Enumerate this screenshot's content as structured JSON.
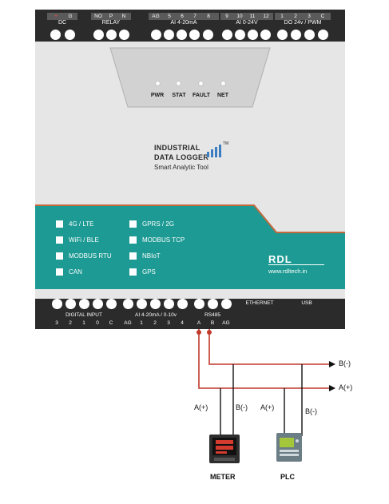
{
  "device": {
    "top_groups": {
      "dc_terminals": [
        "+",
        "G"
      ],
      "dc_label": "DC",
      "relay_terminals": [
        "NO",
        "P",
        "N"
      ],
      "relay_label": "RELAY",
      "ai420_terminals": [
        "AG",
        "5",
        "6",
        "7",
        "8"
      ],
      "ai420_label": "AI 4-20mA",
      "ai024_terminals": [
        "9",
        "10",
        "11",
        "12"
      ],
      "ai024_label": "AI 0-24V",
      "do_terminals": [
        "1",
        "2",
        "3",
        "C"
      ],
      "do_label": "DO 24v / PWM"
    },
    "leds": [
      "PWR",
      "STAT",
      "FAULT",
      "NET"
    ],
    "logo": {
      "line1": "INDUSTRIAL",
      "line2": "DATA LOGGER",
      "tm": "TM",
      "tagline": "Smart Analytic Tool"
    },
    "features_left": [
      "4G / LTE",
      "WiFi / BLE",
      "MODBUS RTU",
      "CAN"
    ],
    "features_right": [
      "GPRS / 2G",
      "MODBUS TCP",
      "NBIoT",
      "GPS"
    ],
    "brand": "RDL",
    "website": "www.rdltech.in",
    "bottom_groups": {
      "di_label": "DIGITAL INPUT",
      "di_terminals": [
        "3",
        "2",
        "1",
        "0",
        "C"
      ],
      "ai_label": "AI 4-20mA / 0-10v",
      "ai_terminals": [
        "AG",
        "1",
        "2",
        "3",
        "4"
      ],
      "rs485_label": "RS485",
      "rs485_terminals": [
        "A",
        "B",
        "AG"
      ],
      "ethernet_label": "ETHERNET",
      "usb_label": "USB"
    },
    "colors": {
      "teal": "#1c9a93",
      "body": "#e6e6e6",
      "strip": "#2b2b2b",
      "wire_a": "#c0392b",
      "wire_b": "#c0392b",
      "accent": "#d9342b"
    }
  },
  "wiring": {
    "bus_b_label": "B(-)",
    "bus_a_label": "A(+)",
    "meter_a": "A(+)",
    "meter_b": "B(-)",
    "plc_a": "A(+)",
    "plc_b": "B(-)",
    "meter_label": "METER",
    "plc_label": "PLC"
  }
}
